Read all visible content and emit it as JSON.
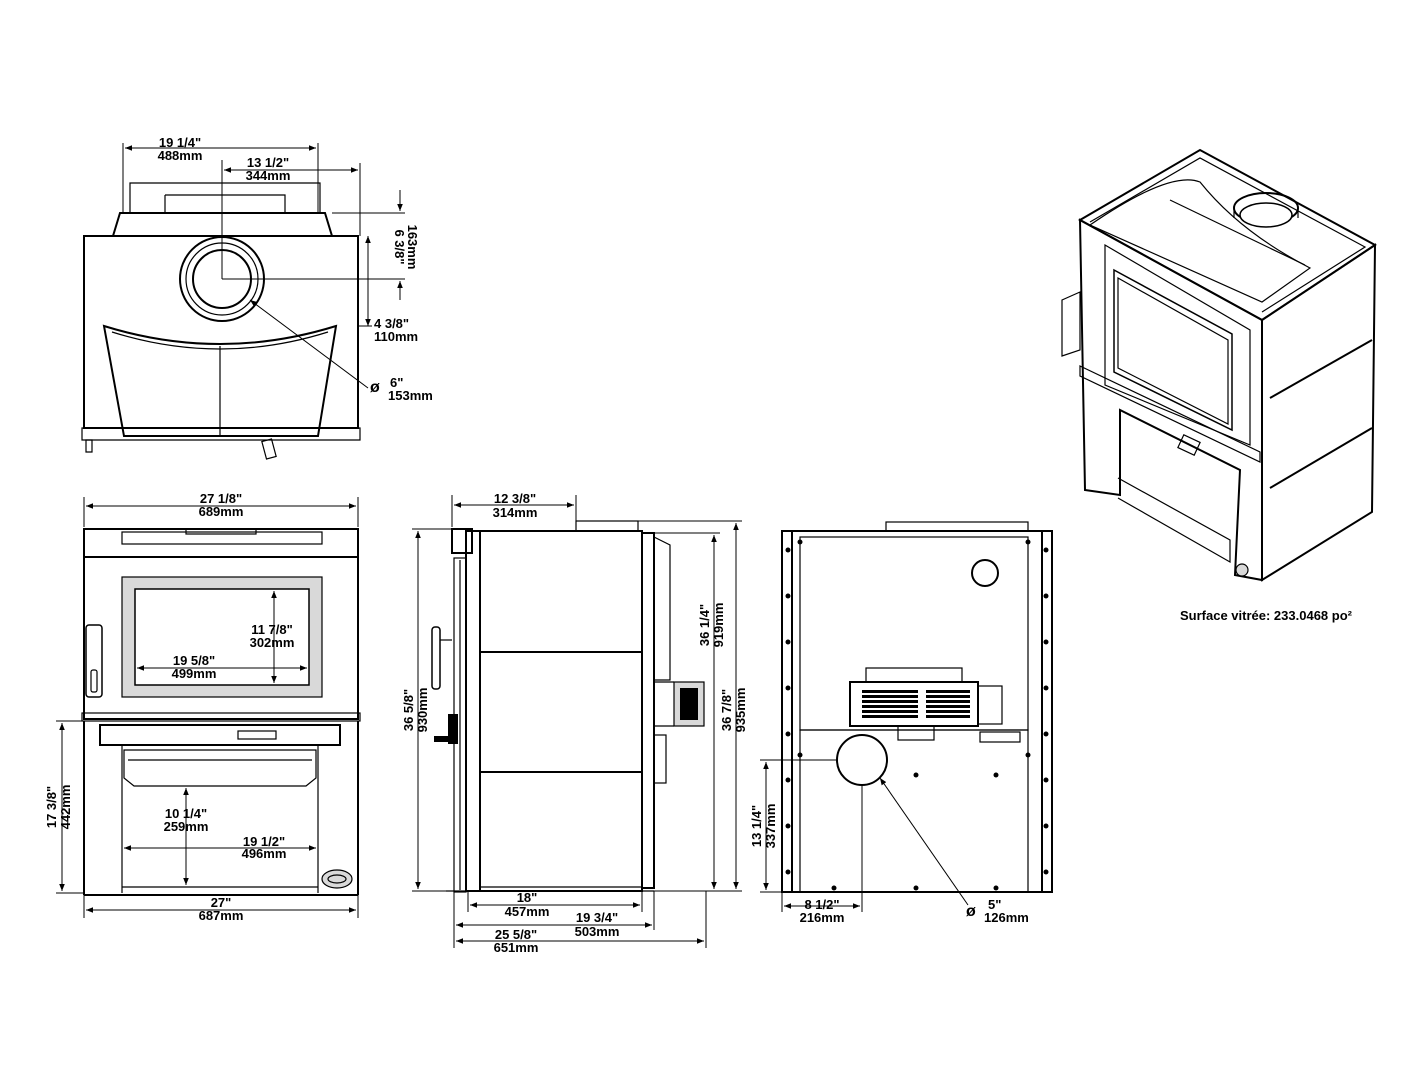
{
  "top_view": {
    "width_in": "19 1/4\"",
    "width_mm": "488mm",
    "flue_offset_in": "13 1/2\"",
    "flue_offset_mm": "344mm",
    "flue_depth_in": "6 3/8\"",
    "flue_depth_mm": "163mm",
    "rear_in": "4 3/8\"",
    "rear_mm": "110mm",
    "flue_dia_symbol": "ø",
    "flue_dia_in": "6\"",
    "flue_dia_mm": "153mm"
  },
  "front_view": {
    "top_width_in": "27 1/8\"",
    "top_width_mm": "689mm",
    "glass_height_in": "11 7/8\"",
    "glass_height_mm": "302mm",
    "glass_width_in": "19 5/8\"",
    "glass_width_mm": "499mm",
    "base_height_in": "17 3/8\"",
    "base_height_mm": "442mm",
    "opening_height_in": "10 1/4\"",
    "opening_height_mm": "259mm",
    "opening_width_in": "19 1/2\"",
    "opening_width_mm": "496mm",
    "bottom_width_in": "27\"",
    "bottom_width_mm": "687mm"
  },
  "side_view": {
    "top_depth_in": "12 3/8\"",
    "top_depth_mm": "314mm",
    "height_a_in": "36 1/4\"",
    "height_a_mm": "919mm",
    "height_b_in": "36 5/8\"",
    "height_b_mm": "930mm",
    "height_c_in": "36 7/8\"",
    "height_c_mm": "935mm",
    "leg_depth_in": "18\"",
    "leg_depth_mm": "457mm",
    "rear_depth_in": "19 3/4\"",
    "rear_depth_mm": "503mm",
    "total_depth_in": "25 5/8\"",
    "total_depth_mm": "651mm"
  },
  "rear_view": {
    "air_height_in": "13 1/4\"",
    "air_height_mm": "337mm",
    "air_offset_in": "8 1/2\"",
    "air_offset_mm": "216mm",
    "air_dia_symbol": "ø",
    "air_dia_in": "5\"",
    "air_dia_mm": "126mm"
  },
  "iso_view": {
    "glass_surface_label": "Surface vitrée: 233.0468 po²"
  }
}
